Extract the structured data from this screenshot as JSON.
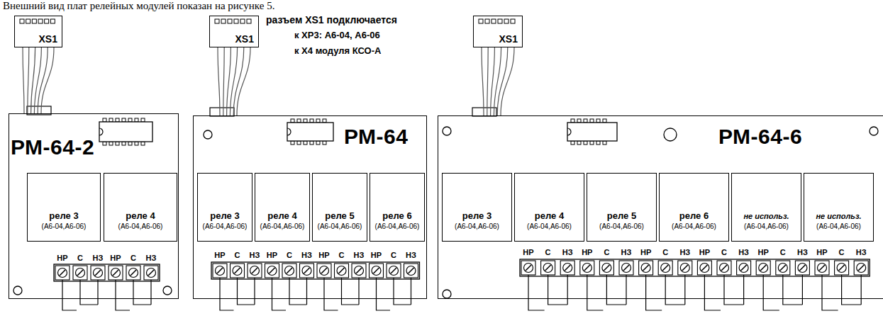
{
  "diagram": {
    "nodes": [
      {
        "text": [
          "XS1"
        ]
      },
      {
        "text": [
          "РМ-64-2"
        ]
      },
      {
        "text": [
          "реле 3",
          "(А6-04,А6-06)"
        ],
        "in": 1
      },
      {
        "text": [
          "реле 4",
          "(А6-04,А6-06)"
        ],
        "in": 1
      },
      {
        "text": [
          "XS1"
        ]
      },
      {
        "text": [
          "РМ-64"
        ]
      },
      {
        "text": [
          "реле 3",
          "(А6-04,А6-06)"
        ],
        "in": 5
      },
      {
        "text": [
          "реле 4",
          "(А6-04,А6-06)"
        ],
        "in": 5
      },
      {
        "text": [
          "реле 5",
          "(А6-04,А6-06)"
        ],
        "in": 5
      },
      {
        "text": [
          "реле 6",
          "(А6-04,А6-06)"
        ],
        "in": 5
      },
      {
        "text": [
          "XS1"
        ]
      },
      {
        "text": [
          "РМ-64-6"
        ]
      },
      {
        "text": [
          "реле 3",
          "(А6-04,А6-06)"
        ],
        "in": 11
      },
      {
        "text": [
          "реле 4",
          "(А6-04,А6-06)"
        ],
        "in": 11
      },
      {
        "text": [
          "реле 5",
          "(А6-04,А6-06)"
        ],
        "in": 11
      },
      {
        "text": [
          "реле 6",
          "(А6-04,А6-06)"
        ],
        "in": 11
      },
      {
        "text": [
          "не использ.",
          "(А6-04,А6-06)"
        ],
        "in": 11
      },
      {
        "text": [
          "не использ.",
          "(А6-04,А6-06)"
        ],
        "in": 11
      }
    ],
    "edges": [
      {
        "from": 0,
        "to": 1,
        "arrow": "none"
      },
      {
        "from": 4,
        "to": 5,
        "arrow": "none"
      },
      {
        "from": 10,
        "to": 11,
        "arrow": "none"
      }
    ],
    "labels": [
      "Внешний вид плат релейных модулей показан на рисунке 5.",
      "разъем XS1 подключается",
      "к ХР3: А6-04, А6-06",
      "к Х4 модуля КСО-А",
      "НР",
      "С",
      "НЗ",
      "НР",
      "С",
      "НЗ",
      "НР",
      "С",
      "НЗ",
      "НР",
      "С",
      "НЗ",
      "НР",
      "С",
      "НЗ",
      "НР",
      "С",
      "НЗ",
      "НР",
      "С",
      "НЗ",
      "НР",
      "С",
      "НЗ",
      "НР",
      "С",
      "НЗ",
      "НР",
      "С",
      "НЗ",
      "НР",
      "С",
      "НЗ",
      "НР",
      "С",
      "НЗ"
    ]
  }
}
